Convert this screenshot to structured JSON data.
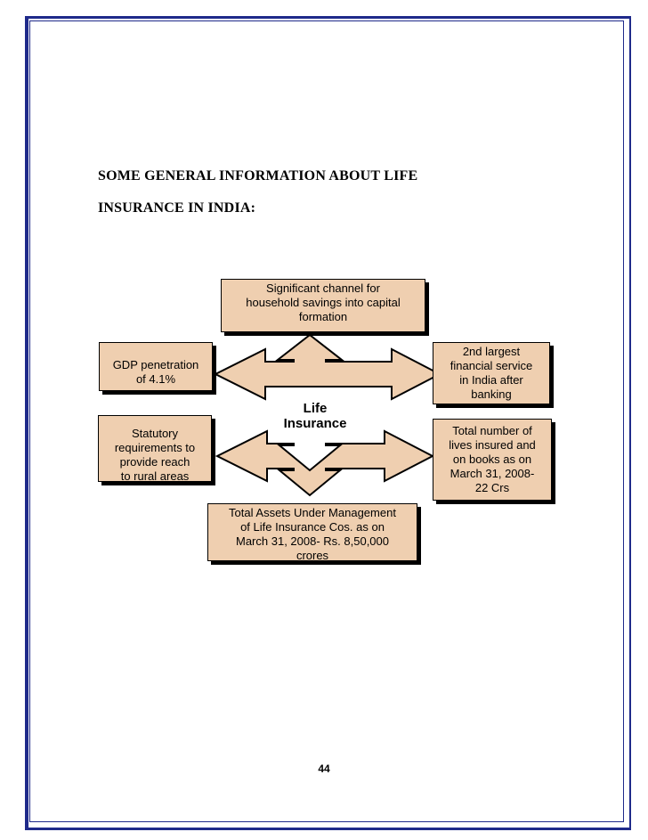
{
  "document": {
    "heading_line1": "SOME GENERAL INFORMATION ABOUT LIFE",
    "heading_line2": "INSURANCE IN INDIA:",
    "page_number": "44"
  },
  "diagram": {
    "center_label": "Life\nInsurance",
    "top_box": "Significant channel for\nhousehold savings into capital\nformation",
    "left_top_box": "GDP penetration\nof 4.1%",
    "left_bottom_box": "Statutory\nrequirements to\nprovide  reach\nto rural areas",
    "right_top_box": "2nd largest\nfinancial service\nin India after\nbanking",
    "right_bottom_box": "Total number of\nlives insured and\non books as on\nMarch 31, 2008-\n22 Crs",
    "bottom_box": "Total Assets Under Management\nof Life Insurance Cos. as on\nMarch 31, 2008- Rs. 8,50,000\ncrores",
    "colors": {
      "box_fill": "#efcfb0",
      "border": "#1f2a8a"
    }
  }
}
